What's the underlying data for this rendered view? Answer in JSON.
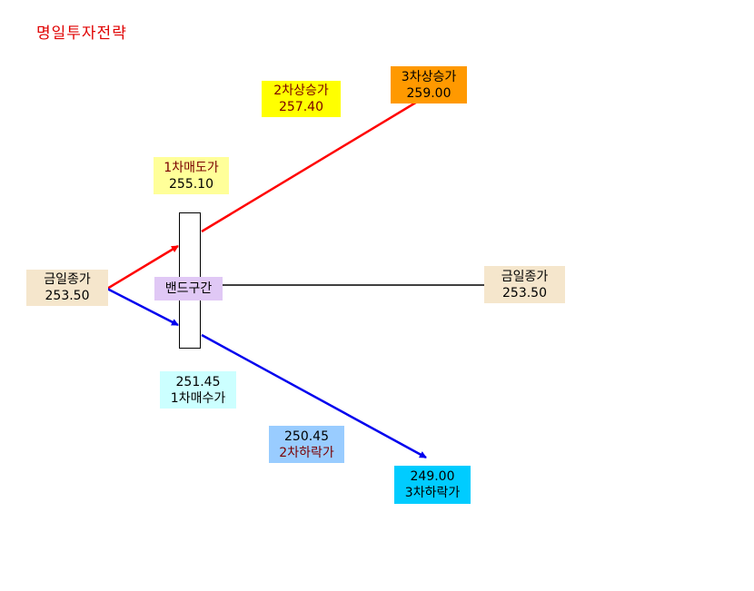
{
  "title": "명일투자전략",
  "close_left": {
    "label": "금일종가",
    "value": "253.50"
  },
  "close_right": {
    "label": "금일종가",
    "value": "253.50"
  },
  "band": {
    "label": "밴드구간"
  },
  "sell1": {
    "label": "1차매도가",
    "value": "255.10"
  },
  "rise2": {
    "label": "2차상승가",
    "value": "257.40"
  },
  "rise3": {
    "label": "3차상승가",
    "value": "259.00"
  },
  "buy1": {
    "label": "1차매수가",
    "value": "251.45"
  },
  "fall2": {
    "label": "2차하락가",
    "value": "250.45"
  },
  "fall3": {
    "label": "3차하락가",
    "value": "249.00"
  },
  "colors": {
    "title": "#e00000",
    "up_arrow": "#ff0000",
    "down_arrow": "#0000ee",
    "close_bg": "#f5e6cc",
    "band_bg": "#e0c8f5",
    "sell1_bg": "#ffff99",
    "rise2_bg": "#ffff00",
    "rise3_bg": "#ff9900",
    "buy1_bg": "#ccffff",
    "fall2_bg": "#99ccff",
    "fall3_bg": "#00ccff"
  }
}
